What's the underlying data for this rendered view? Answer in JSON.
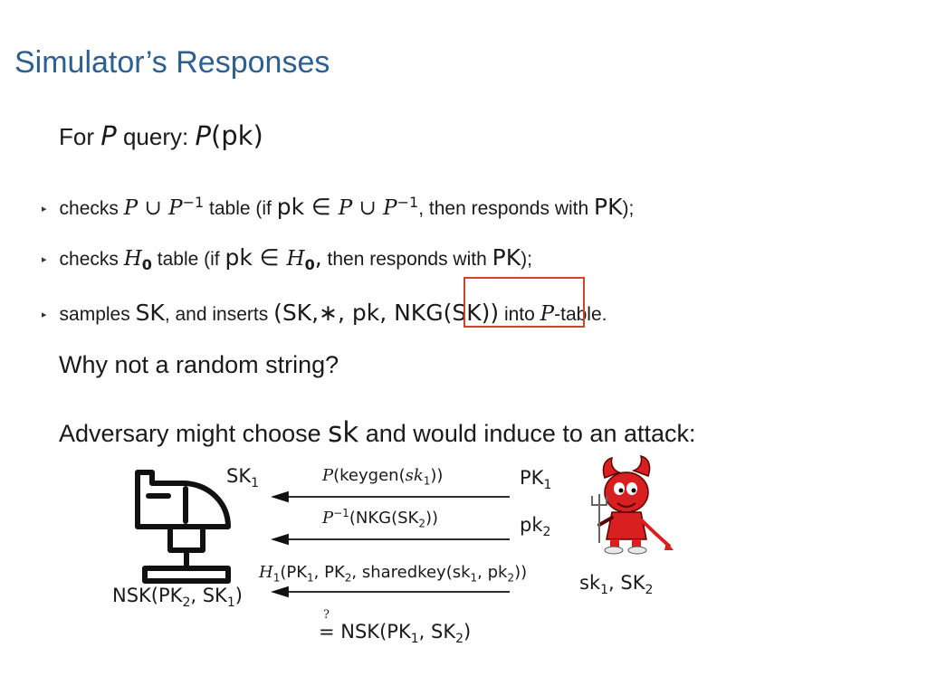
{
  "title": "Simulator’s Responses",
  "intro": {
    "prefix": "For ",
    "p1": "P",
    "mid": " query: ",
    "p2": "P",
    "arg": "(pk)"
  },
  "bullet1": {
    "t1": "checks ",
    "m1": "P ∪ P",
    "sup1": "−1",
    "t2": " table (if ",
    "m2": "pk",
    "m3": " ∈ ",
    "m4": "P ∪ P",
    "sup2": "−1",
    "t3": ", then responds with ",
    "m5": "PK",
    "t4": ");"
  },
  "bullet2": {
    "t1": "checks ",
    "m1": "H",
    "sub1": "0",
    "t2": " table (if ",
    "m2": "pk",
    "m3": " ∈ ",
    "m4": "H",
    "sub2": "0",
    "m5": ",",
    "t3": "  then responds with ",
    "m6": "PK",
    "t4": ");"
  },
  "bullet3": {
    "t1": "samples ",
    "m1": "SK",
    "t2": ", and inserts ",
    "m2": "(SK,∗, pk, NKG(SK))",
    "t3": " into ",
    "m3": "P",
    "t4": "-table."
  },
  "question1": "Why not a random string?",
  "question2": {
    "prefix": "Adversary might choose ",
    "sk": "sk",
    "suffix": " and would induce to an attack:"
  },
  "diagram": {
    "left_sk": "SK",
    "left_sk_sub": "1",
    "msg1_fn": "P",
    "msg1_arg": "(keygen(",
    "msg1_sk": "sk",
    "msg1_sub": "1",
    "msg1_close": "))",
    "right_pk1": "PK",
    "right_pk1_sub": "1",
    "msg2_fn": "P",
    "msg2_sup": "−1",
    "msg2_arg": "(NKG(SK",
    "msg2_sub": "2",
    "msg2_close": "))",
    "right_pk2": "pk",
    "right_pk2_sub": "2",
    "msg3_fn": "H",
    "msg3_fn_sub": "1",
    "msg3_a": "(PK",
    "msg3_a_sub": "1",
    "msg3_b": ", PK",
    "msg3_b_sub": "2",
    "msg3_c": ", sharedkey(sk",
    "msg3_c_sub": "1",
    "msg3_d": ", pk",
    "msg3_d_sub": "2",
    "msg3_close": "))",
    "right_keys_a": "sk",
    "right_keys_a_sub": "1",
    "right_keys_b": ", SK",
    "right_keys_b_sub": "2",
    "left_nsk": "NSK(PK",
    "left_nsk_sub1": "2",
    "left_nsk_mid": ", SK",
    "left_nsk_sub2": "1",
    "left_nsk_close": ")",
    "eq_mark": "?",
    "eq_text": "= NSK(PK",
    "eq_sub1": "1",
    "eq_mid": ", SK",
    "eq_sub2": "2",
    "eq_close": ")"
  },
  "colors": {
    "title": "#2d5f8f",
    "highlight": "#d0442c",
    "devil": "#d91f1f"
  },
  "icons": [
    "server-simulator-icon",
    "devil-adversary-icon"
  ]
}
